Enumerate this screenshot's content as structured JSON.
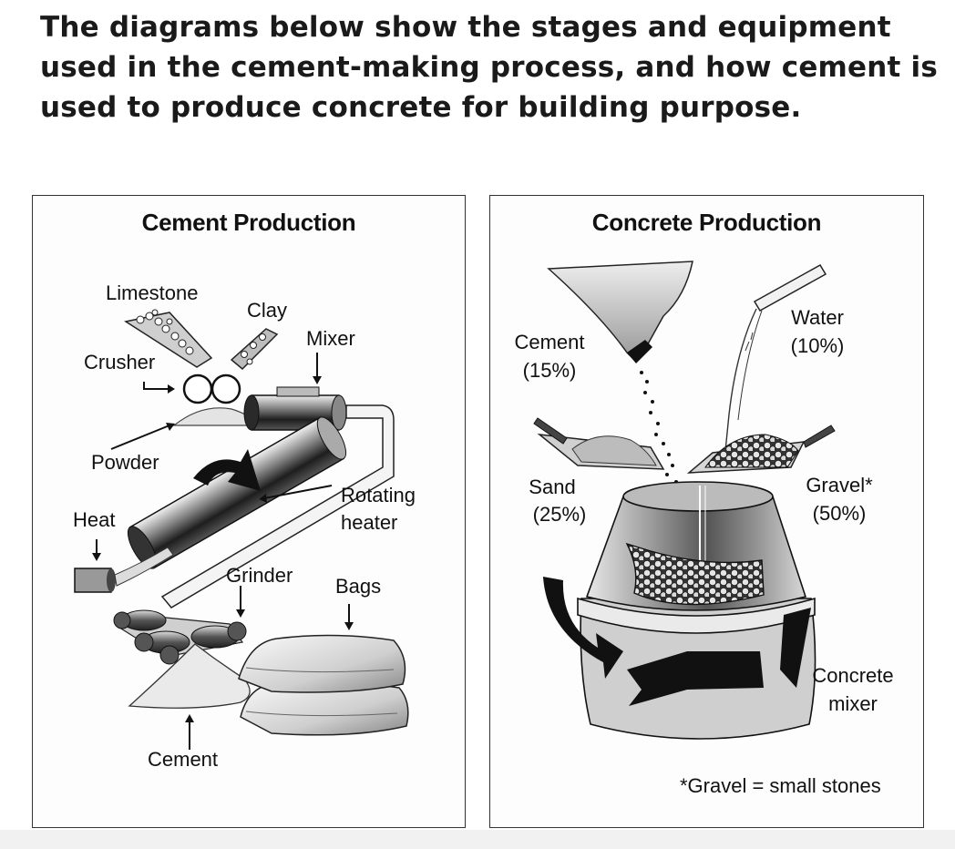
{
  "heading": "The diagrams below show the stages and equipment used in the cement-making process, and how cement is used to produce concrete for building purpose.",
  "cement_panel": {
    "title": "Cement Production",
    "labels": {
      "limestone": "Limestone",
      "clay": "Clay",
      "mixer": "Mixer",
      "crusher": "Crusher",
      "powder": "Powder",
      "rotating_1": "Rotating",
      "rotating_2": "heater",
      "heat": "Heat",
      "grinder": "Grinder",
      "bags": "Bags",
      "cement": "Cement"
    }
  },
  "concrete_panel": {
    "title": "Concrete Production",
    "labels": {
      "cement_name": "Cement",
      "cement_pct": "(15%)",
      "water_name": "Water",
      "water_pct": "(10%)",
      "sand_name": "Sand",
      "sand_pct": "(25%)",
      "gravel_name": "Gravel*",
      "gravel_pct": "(50%)",
      "mixer_1": "Concrete",
      "mixer_2": "mixer"
    },
    "footnote": "*Gravel = small stones"
  }
}
